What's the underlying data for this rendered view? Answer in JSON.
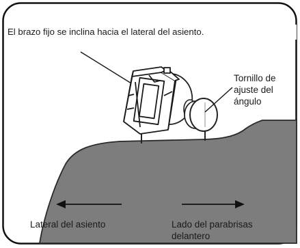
{
  "caption": "El brazo fijo se inclina hacia el lateral del asiento.",
  "screw_label": [
    "Tornillo de",
    "ajuste del",
    "ángulo"
  ],
  "left_label": "Lateral del asiento",
  "right_label": [
    "Lado del parabrisas",
    "delantero"
  ]
}
